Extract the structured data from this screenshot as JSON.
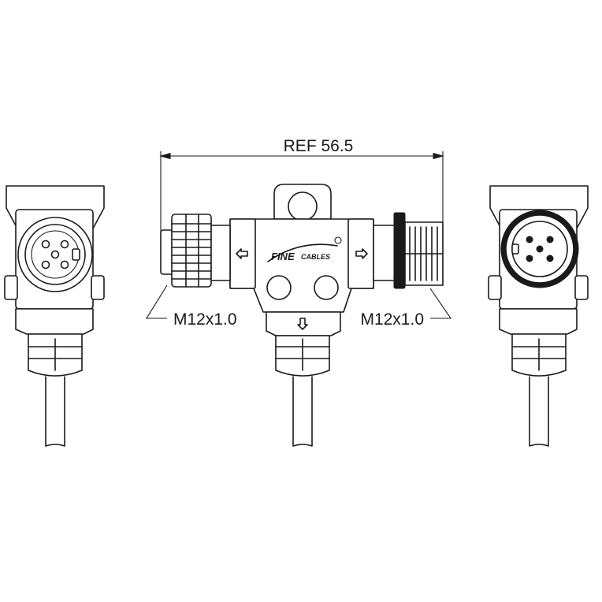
{
  "dimension_label": "REF 56.5",
  "left_thread_label": "M12x1.0",
  "right_thread_label": "M12x1.0",
  "brand_logo": {
    "main": "FINE",
    "sub": "CABLES"
  }
}
